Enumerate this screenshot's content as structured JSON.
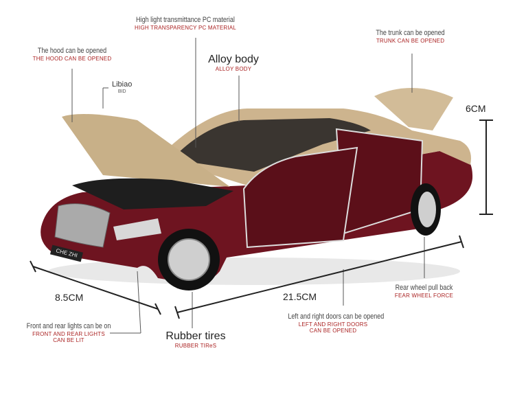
{
  "labels": {
    "pc_material": {
      "primary": "High light transmittance PC material",
      "secondary": "HIGH TRANSPARENCY PC MATERIAL"
    },
    "hood": {
      "primary": "The hood can be opened",
      "secondary": "THE HOOD CAN BE OPENED"
    },
    "alloy": {
      "primary": "Alloy body",
      "secondary": "ALLOY BODY"
    },
    "trunk": {
      "primary": "The trunk can be opened",
      "secondary": "TRUNK CAN BE OPENED"
    },
    "lights": {
      "primary": "Front and rear lights can be on",
      "secondary": "FRONT AND REAR LIGHTS CAN BE LIT"
    },
    "tires": {
      "primary": "Rubber tires",
      "secondary": "RUBBER TIReS"
    },
    "doors": {
      "primary": "Left and right doors can be opened",
      "secondary": "LEFT AND RIGHT DOORS CAN BE OPENED"
    },
    "pullback": {
      "primary": "Rear wheel pull back",
      "secondary": "FEAR WHEEL FORCE"
    }
  },
  "dimensions": {
    "height": "6CM",
    "width": "8.5CM",
    "length": "21.5CM"
  },
  "logo": {
    "name": "Libiao",
    "sub": "BID"
  },
  "plate": "CHE ZHI",
  "colors": {
    "body_red": "#6e1420",
    "body_gold": "#cdb48e",
    "chrome": "#c8c8c8",
    "accent_text": "#a22"
  }
}
